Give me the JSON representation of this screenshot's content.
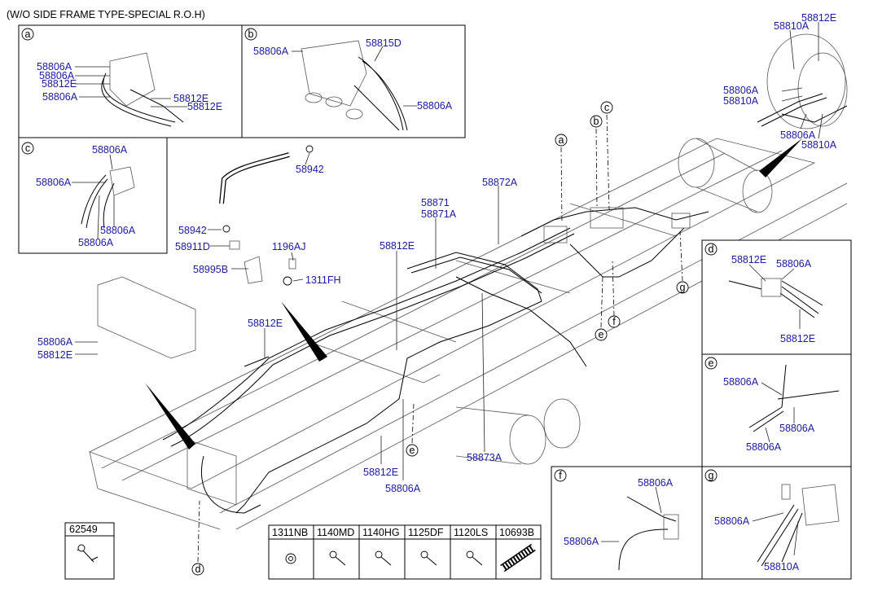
{
  "title": "(W/O SIDE FRAME TYPE-SPECIAL R.O.H)",
  "panels": {
    "a": {
      "letter": "a",
      "labels": [
        "58806A",
        "58806A",
        "58812E",
        "58806A",
        "58812E",
        "58812E"
      ]
    },
    "b": {
      "letter": "b",
      "labels": [
        "58806A",
        "58815D",
        "58806A"
      ]
    },
    "c": {
      "letter": "c",
      "labels": [
        "58806A",
        "58806A",
        "58806A",
        "58806A"
      ]
    },
    "d": {
      "letter": "d",
      "labels": [
        "58812E",
        "58806A",
        "58812E"
      ]
    },
    "e": {
      "letter": "e",
      "labels": [
        "58806A",
        "58806A",
        "58806A"
      ]
    },
    "f": {
      "letter": "f",
      "labels": [
        "58806A",
        "58806A"
      ]
    },
    "g": {
      "letter": "g",
      "labels": [
        "58806A",
        "58810A"
      ]
    }
  },
  "main_labels": {
    "p58942_top": "58942",
    "p58942_bot": "58942",
    "p58911D": "58911D",
    "p58995B": "58995B",
    "p1196AJ": "1196AJ",
    "p1311FH": "1311FH",
    "p58871": "58871",
    "p58871A": "58871A",
    "p58872A": "58872A",
    "p58812E_mid": "58812E",
    "p58812E_left": "58812E",
    "p58806A_left": "58806A",
    "p58812E_left2": "58812E",
    "p58812E_low": "58812E",
    "p58806A_low": "58806A",
    "p58873A": "58873A",
    "tr_58812E": "58812E",
    "tr_58810A_1": "58810A",
    "tr_58806A_1": "58806A",
    "tr_58810A_2": "58810A",
    "tr_58806A_2": "58806A",
    "tr_58810A_3": "58810A"
  },
  "callouts": [
    "a",
    "b",
    "c",
    "e",
    "f",
    "g",
    "d"
  ],
  "single_part": "62549",
  "parts_table": [
    "1311NB",
    "1140MD",
    "1140HG",
    "1125DF",
    "1120LS",
    "10693B"
  ]
}
